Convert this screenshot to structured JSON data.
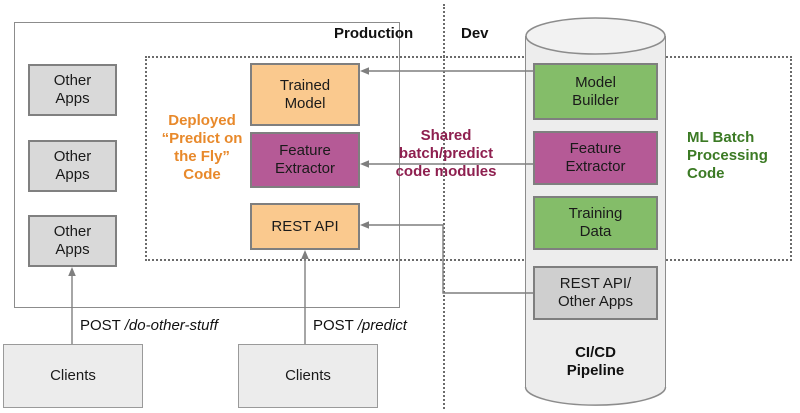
{
  "diagram": {
    "title": "ML production vs dev architecture diagram",
    "zones": {
      "production_label": "Production",
      "dev_label": "Dev",
      "deployed_code_label": "Deployed\n“Predict on\nthe Fly”\nCode",
      "shared_modules_label": "Shared\nbatch/predict\ncode modules",
      "ml_batch_label": "ML Batch\nProcessing\nCode"
    },
    "left_apps": [
      {
        "label": "Other\nApps"
      },
      {
        "label": "Other\nApps"
      },
      {
        "label": "Other\nApps"
      }
    ],
    "production_components": [
      {
        "label": "Trained\nModel",
        "color": "#fac98e"
      },
      {
        "label": "Feature\nExtractor",
        "color": "#b55a96"
      },
      {
        "label": "REST API",
        "color": "#fac98e"
      }
    ],
    "pipeline": {
      "name": "CI/CD\nPipeline",
      "components": [
        {
          "label": "Model\nBuilder",
          "color": "#84bd69"
        },
        {
          "label": "Feature\nExtractor",
          "color": "#b55a96"
        },
        {
          "label": "Training\nData",
          "color": "#84bd69"
        },
        {
          "label": "REST API/\nOther Apps",
          "color": "#cfcfcf"
        }
      ]
    },
    "clients": [
      {
        "label": "Clients"
      },
      {
        "label": "Clients"
      }
    ],
    "edge_labels": [
      {
        "method": "POST ",
        "path": "/do-other-stuff"
      },
      {
        "method": "POST ",
        "path": "/predict"
      }
    ],
    "colors": {
      "orange_accent": "#e8892b",
      "maroon_accent": "#8e1f4f",
      "green_accent": "#3b7a24",
      "box_orange": "#fac98e",
      "box_purple": "#b55a96",
      "box_green": "#84bd69",
      "box_gray": "#d9d9d9",
      "stroke": "#7f7f7f"
    }
  }
}
